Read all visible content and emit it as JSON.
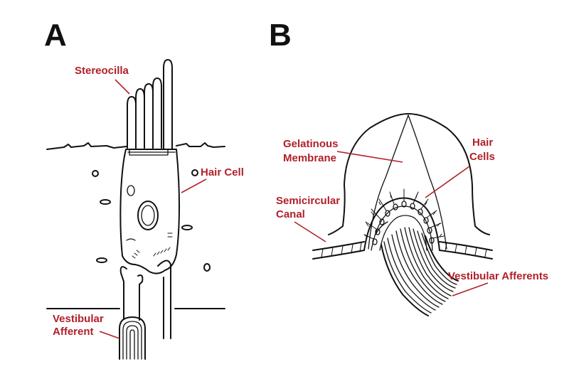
{
  "panel_a": {
    "letter": "A",
    "labels": {
      "stereocilia": "Stereocilla",
      "hair_cell": "Hair Cell",
      "afferent_line1": "Vestibular",
      "afferent_line2": "Afferent"
    }
  },
  "panel_b": {
    "letter": "B",
    "labels": {
      "membrane_line1": "Gelatinous",
      "membrane_line2": "Membrane",
      "hair_cells_line1": "Hair",
      "hair_cells_line2": "Cells",
      "canal_line1": "Semicircular",
      "canal_line2": "Canal",
      "afferents": "Vestibular Afferents"
    }
  },
  "colors": {
    "label": "#b0202a",
    "ink": "#111111",
    "background": "#ffffff"
  }
}
